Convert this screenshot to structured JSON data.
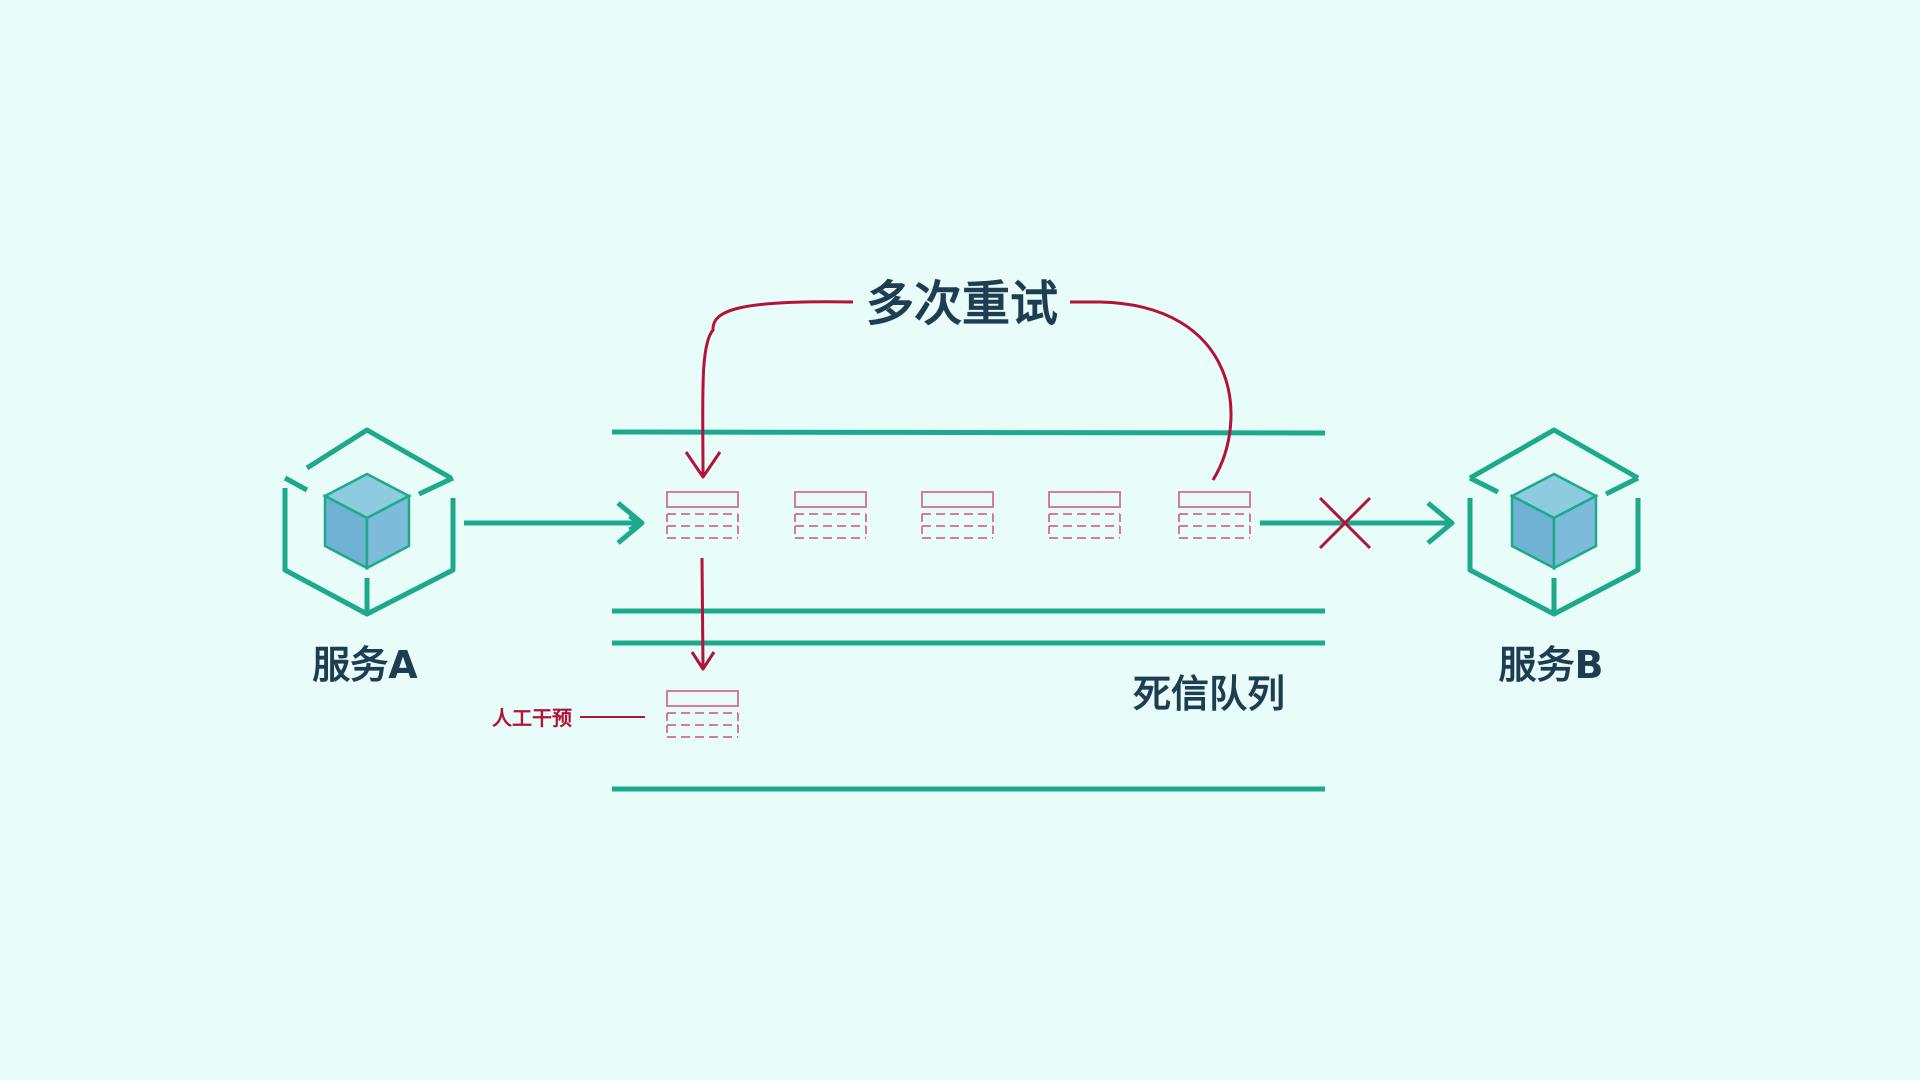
{
  "labels": {
    "retry": "多次重试",
    "service_a": "服务A",
    "service_b": "服务B",
    "dead_letter_queue": "死信队列",
    "manual_intervention": "人工干预"
  },
  "colors": {
    "background": "#e8fcf9",
    "queue_line": "#1ea98a",
    "retry_arrow": "#b3123b",
    "message": "#d77aa0",
    "service_cube": "#78b8d6",
    "label_text": "#1f3d52"
  },
  "icons": {
    "service": "service-cube-icon",
    "message": "message-icon",
    "failure": "cross-icon"
  }
}
